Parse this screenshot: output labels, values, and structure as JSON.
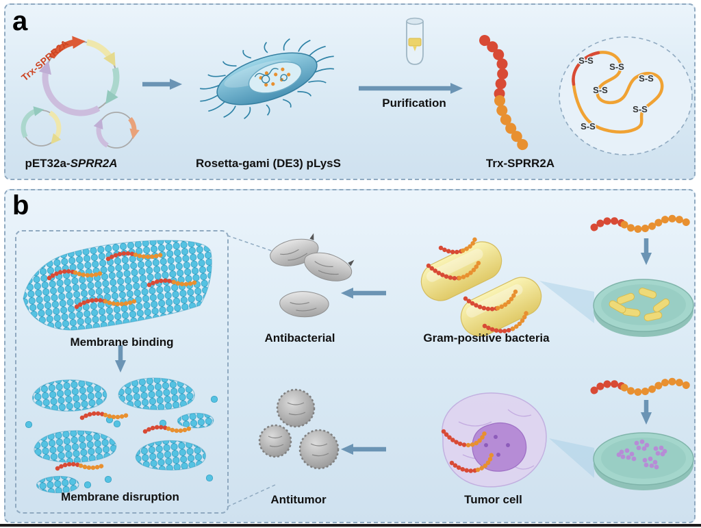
{
  "figure": {
    "kind": "scheme",
    "panels": [
      "a",
      "b"
    ]
  },
  "panel_a": {
    "panel_label": "a",
    "gene_label": "Trx-SPRR2A",
    "plasmid_label_prefix": "pET32a-",
    "plasmid_label_gene": "SPRR2A",
    "host_label": "Rosetta-gami (DE3) pLysS",
    "purification_label": "Purification",
    "protein_label": "Trx-SPRR2A",
    "disulfide_label": "S-S"
  },
  "panel_b": {
    "panel_label": "b",
    "membrane_binding_label": "Membrane binding",
    "membrane_disruption_label": "Membrane disruption",
    "antibacterial_label": "Antibacterial",
    "gram_positive_label": "Gram-positive bacteria",
    "antitumor_label": "Antitumor",
    "tumor_cell_label": "Tumor cell"
  },
  "colors": {
    "arrow": "#6b94b4",
    "bead_red": "#d84a35",
    "bead_orange": "#e89030",
    "membrane_blue": "#55c2e2",
    "bacteria_yellow": "#f2e88f",
    "tumor_purple": "#b68cd6",
    "dish_teal": "#a4d6cc",
    "gene_red": "#cc4422",
    "panel_border": "#8fa9c0",
    "label_text": "#111111"
  }
}
